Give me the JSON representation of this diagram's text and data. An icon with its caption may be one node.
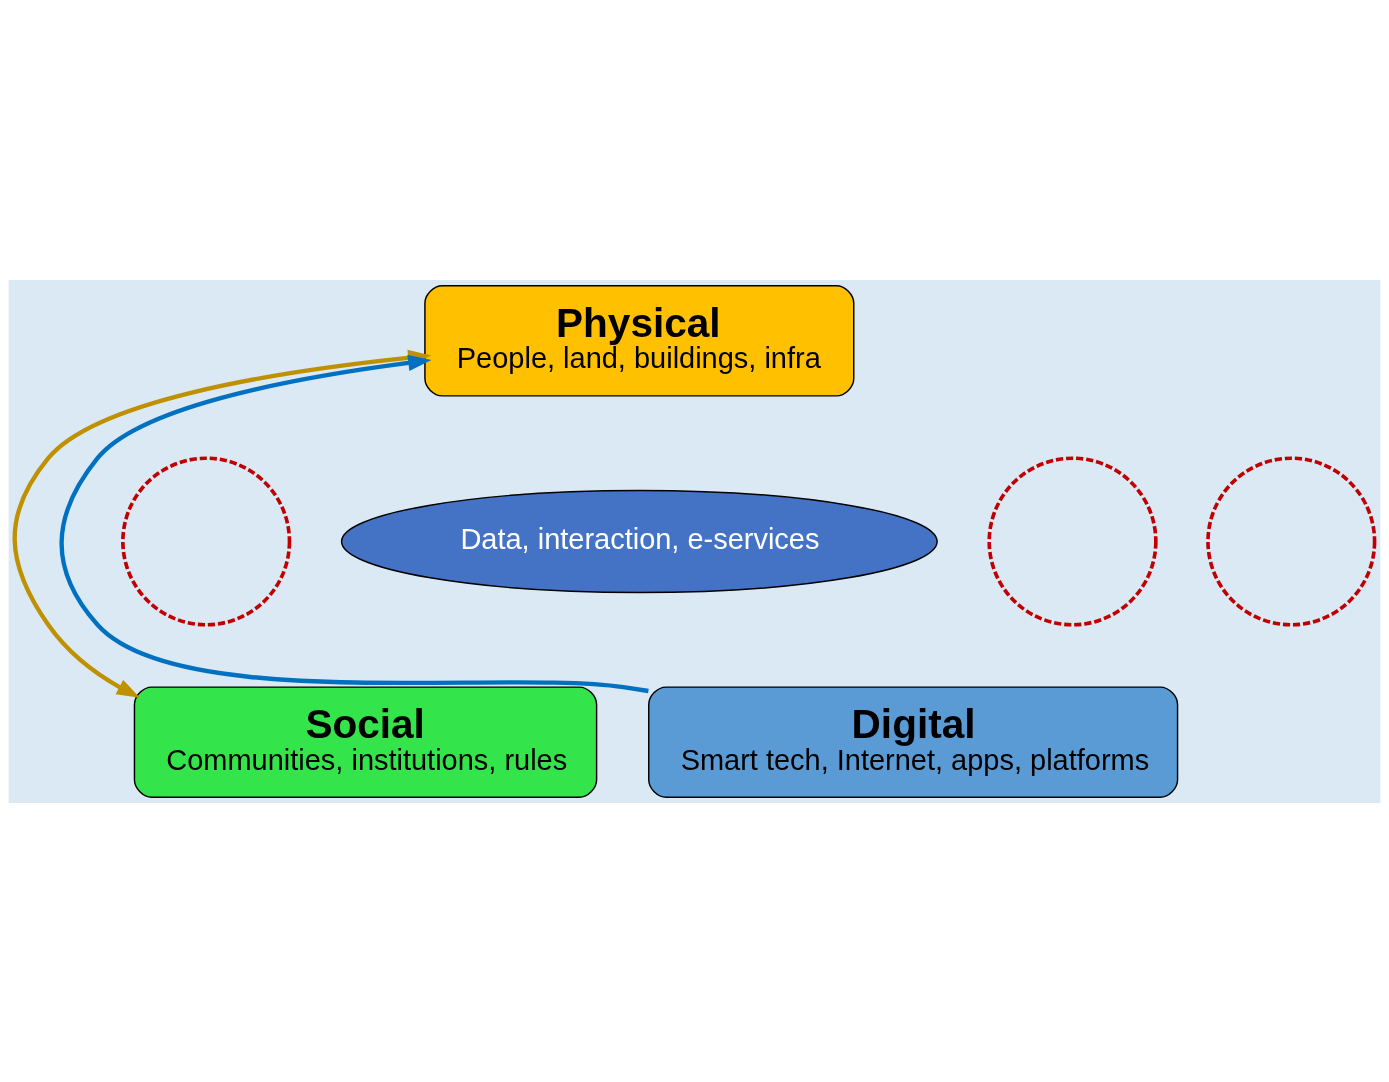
{
  "diagram": {
    "nodes": [
      {
        "text": [
          "Physical",
          "People, land, buildings, infra"
        ]
      },
      {
        "text": [
          "Digital",
          "Smart tech, Internet, apps, platforms"
        ]
      },
      {
        "text": [
          "Social",
          "Communities, institutions, rules"
        ]
      },
      {
        "text": [
          "Data, interaction, e-services"
        ]
      },
      {
        "text": [],
        "shape": "circle"
      },
      {
        "text": [],
        "shape": "circle"
      },
      {
        "text": [],
        "shape": "circle"
      }
    ],
    "edges": [
      {
        "from": 1,
        "to": 0,
        "arrow": "to",
        "color": "#0070c0"
      },
      {
        "from": 0,
        "to": 2,
        "arrow": "both",
        "color": "#bf9000"
      }
    ]
  }
}
